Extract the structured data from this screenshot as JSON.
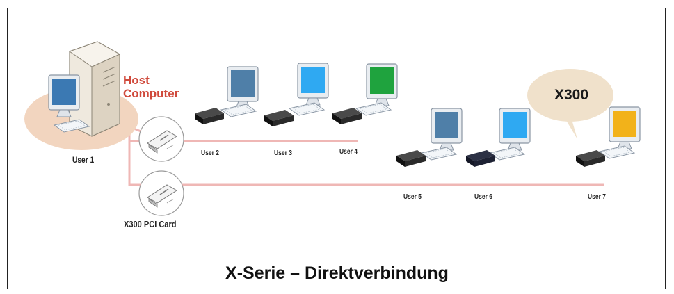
{
  "host": {
    "line1": "Host",
    "line2": "Computer"
  },
  "bubble": {
    "text": "X300"
  },
  "card_label": "X300 PCI Card",
  "users": [
    "User 1",
    "User 2",
    "User 3",
    "User 4",
    "User 5",
    "User 6",
    "User 7"
  ],
  "caption": "X-Serie – Direktverbindung",
  "colors": {
    "cable": "#efb7b5",
    "ellipse": "#f2d5bf",
    "bubble": "#f0e1cb",
    "host_text": "#d04a3c"
  }
}
